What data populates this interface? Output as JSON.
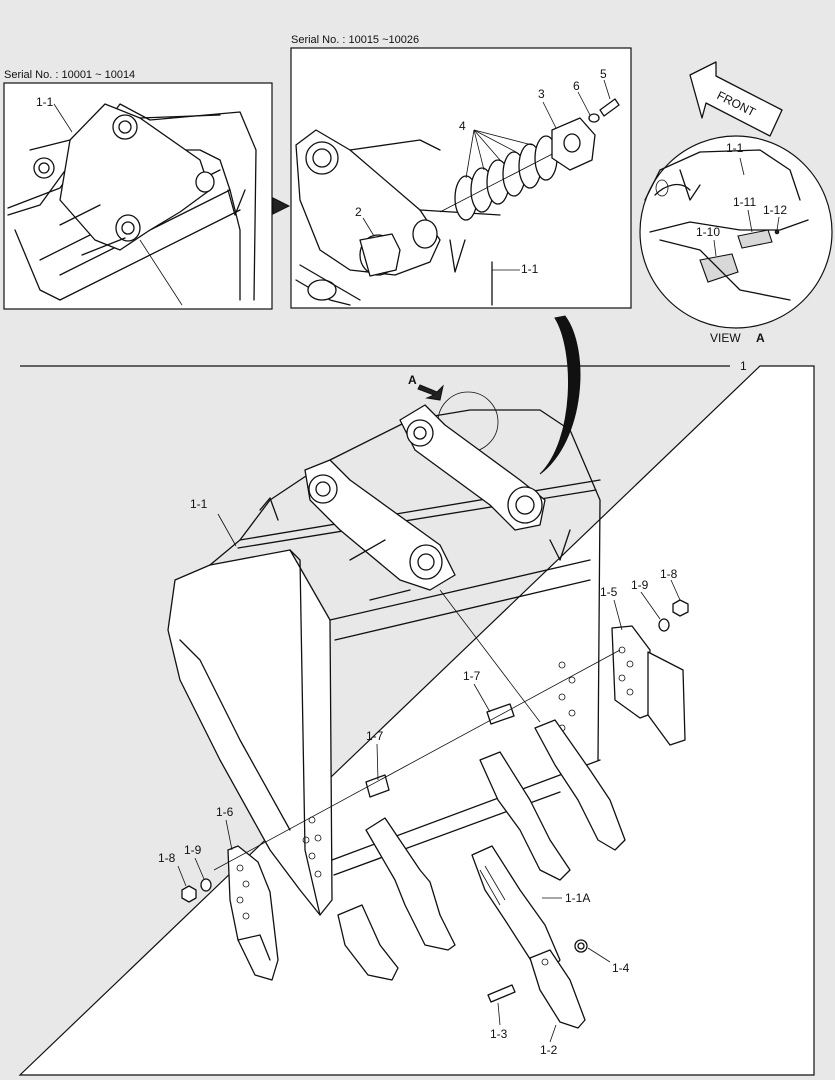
{
  "insets": {
    "left_serial": "Serial No. : 10001 ~ 10014",
    "right_serial": "Serial No. : 10015 ~10026",
    "view_word": "VIEW",
    "view_letter": "A",
    "front_label": "FRONT",
    "arrow_letter": "A"
  },
  "labels": {
    "l_1_1_a": "1-1",
    "r_1_1": "1-1",
    "r_2": "2",
    "r_3": "3",
    "r_4": "4",
    "r_5": "5",
    "r_6": "6",
    "v_1_1": "1-1",
    "v_1_10": "1-10",
    "v_1_11": "1-11",
    "v_1_12": "1-12",
    "m_1": "1",
    "m_1_1": "1-1",
    "m_1_5": "1-5",
    "m_1_9_r": "1-9",
    "m_1_8_r": "1-8",
    "m_1_7_a": "1-7",
    "m_1_7_b": "1-7",
    "m_1_6": "1-6",
    "m_1_8_l": "1-8",
    "m_1_9_l": "1-9",
    "m_1_1A": "1-1A",
    "m_1_4": "1-4",
    "m_1_3": "1-3",
    "m_1_2": "1-2"
  }
}
